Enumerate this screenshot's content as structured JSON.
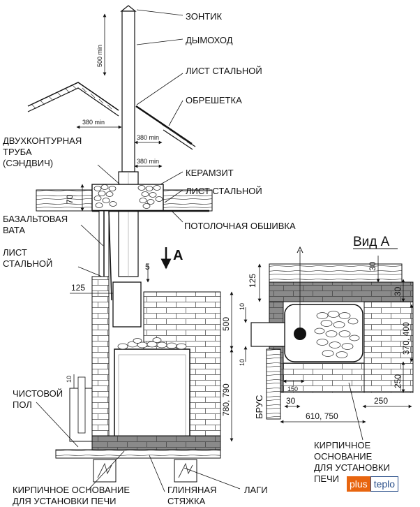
{
  "labels": {
    "zontik": "ЗОНТИК",
    "dymokhod": "ДЫМОХОД",
    "list_stalnoy_1": "ЛИСТ СТАЛЬНОЙ",
    "obreshetka": "ОБРЕШЕТКА",
    "dvukhkont_1": "ДВУХКОНТУРНАЯ",
    "dvukhkont_2": "ТРУБА",
    "dvukhkont_3": "(СЭНДВИЧ)",
    "keramzit": "КЕРАМЗИТ",
    "list_stalnoy_2": "ЛИСТ СТАЛЬНОЙ",
    "bazalt_1": "БАЗАЛЬТОВАЯ",
    "bazalt_2": "ВАТА",
    "potolok": "ПОТОЛОЧНАЯ ОБШИВКА",
    "list_3a": "ЛИСТ",
    "list_3b": "СТАЛЬНОЙ",
    "chist_1": "ЧИСТОВОЙ",
    "chist_2": "ПОЛ",
    "kirp_main_1": "КИРПИЧНОЕ ОСНОВАНИЕ",
    "kirp_main_2": "ДЛЯ УСТАНОВКИ ПЕЧИ",
    "glina_1": "ГЛИНЯНАЯ",
    "glina_2": "СТЯЖКА",
    "lagi": "ЛАГИ",
    "vid_a": "Вид А",
    "arrow_a": "A",
    "brus": "БРУС",
    "kirp_side_1": "КИРПИЧНОЕ",
    "kirp_side_2": "ОСНОВАНИЕ",
    "kirp_side_3": "ДЛЯ УСТАНОВКИ",
    "kirp_side_4": "ПЕЧИ"
  },
  "dimensions": {
    "d500min": "500 min",
    "d380min_a": "380 min",
    "d380min_b": "380 min",
    "d380min_c": "380 min",
    "d70": "70",
    "d5": "5",
    "d125": "125",
    "d500": "500",
    "d780": "780, 790",
    "d10_left": "10",
    "v125": "125",
    "v30_top": "30",
    "v30_right": "30",
    "v10_a": "10",
    "v10_b": "10",
    "v370": "370, 400",
    "v250_right": "250",
    "v150": "150",
    "v30_bottom": "30",
    "v250_bottom": "250",
    "v610": "610, 750"
  },
  "logo": {
    "part1": "plus",
    "part2": "teplo"
  },
  "colors": {
    "logo_orange": "#e8650f",
    "logo_blue": "#2a4f8a"
  }
}
